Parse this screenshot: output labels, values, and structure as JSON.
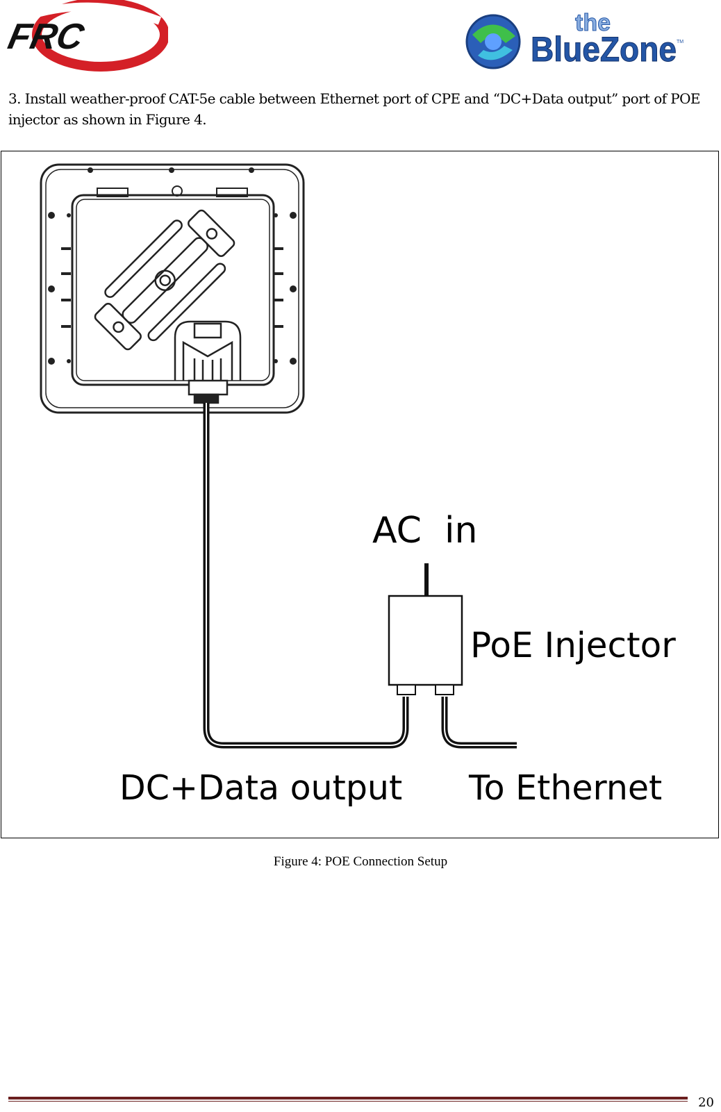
{
  "header": {
    "logo_left_text": "FRC",
    "logo_right_top": "the",
    "logo_right_main": "BlueZone",
    "logo_right_tm": "TM",
    "colors": {
      "frc_red": "#d42027",
      "bluezone_blue": "#2456a6"
    }
  },
  "content": {
    "paragraph": "3. Install weather-proof CAT-5e cable between Ethernet port of CPE and “DC+Data output” port of POE injector as shown in Figure 4."
  },
  "figure": {
    "labels": {
      "ac_in": "AC  in",
      "poe_injector": "PoE Injector",
      "dc_data_output": "DC+Data output",
      "to_ethernet": "To Ethernet"
    },
    "caption": "Figure 4: POE Connection Setup"
  },
  "footer": {
    "page_number": "20"
  }
}
